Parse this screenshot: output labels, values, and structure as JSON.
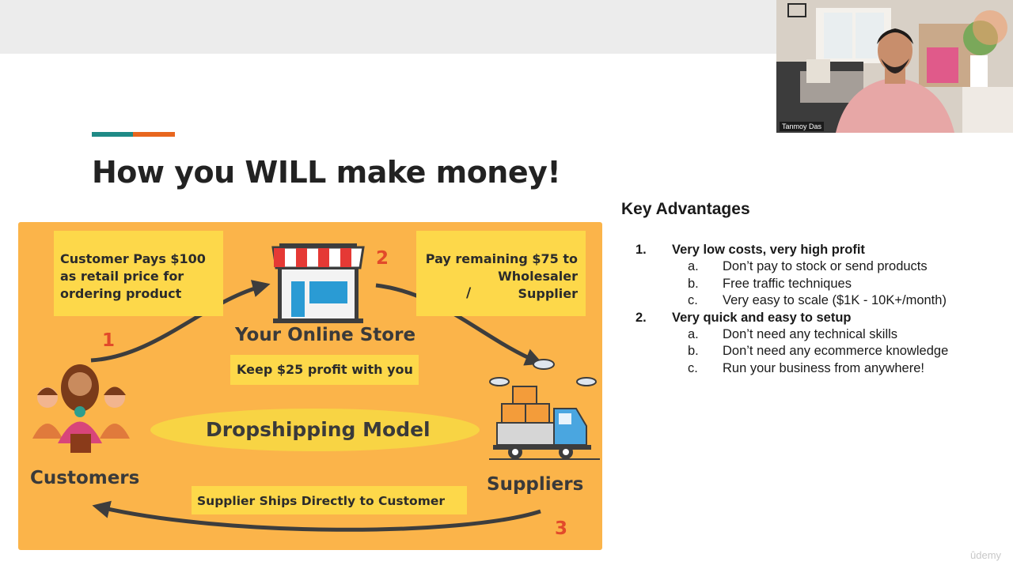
{
  "slide": {
    "title": "How you WILL make money!",
    "accent_colors": {
      "teal": "#1f8a86",
      "orange": "#e8661e"
    }
  },
  "diagram": {
    "background_color": "#fbb44a",
    "note_color": "#fdd84a",
    "customer_note": [
      "Customer Pays $100",
      "as retail price for",
      "ordering product"
    ],
    "supplier_note": [
      "Pay remaining $75 to",
      "Wholesaler",
      "Supplier"
    ],
    "supplier_note_slash": "/",
    "store_label": "Your Online Store",
    "keep_profit": "Keep $25 profit with you",
    "model_label": "Dropshipping Model",
    "customers_label": "Customers",
    "suppliers_label": "Suppliers",
    "ships_note": "Supplier Ships Directly to Customer",
    "steps": [
      "1",
      "2",
      "3"
    ],
    "icons": [
      "online-store-icon",
      "customers-group-icon",
      "supplier-truck-icon",
      "cloud-icon"
    ]
  },
  "advantages": {
    "title": "Key Advantages",
    "items": [
      {
        "marker": "1.",
        "text": "Very low costs, very high profit",
        "subitems": [
          {
            "marker": "a.",
            "text": "Don’t pay to stock or send products"
          },
          {
            "marker": "b.",
            "text": "Free traffic techniques"
          },
          {
            "marker": "c.",
            "text": "Very easy to scale ($1K - 10K+/month)"
          }
        ]
      },
      {
        "marker": "2.",
        "text": "Very quick and easy to setup",
        "subitems": [
          {
            "marker": "a.",
            "text": "Don’t need any technical skills"
          },
          {
            "marker": "b.",
            "text": "Don’t need any ecommerce knowledge"
          },
          {
            "marker": "c.",
            "text": "Run your business from anywhere!"
          }
        ]
      }
    ]
  },
  "webcam": {
    "name": "Tanmoy Das"
  },
  "watermark": "ûdemy"
}
